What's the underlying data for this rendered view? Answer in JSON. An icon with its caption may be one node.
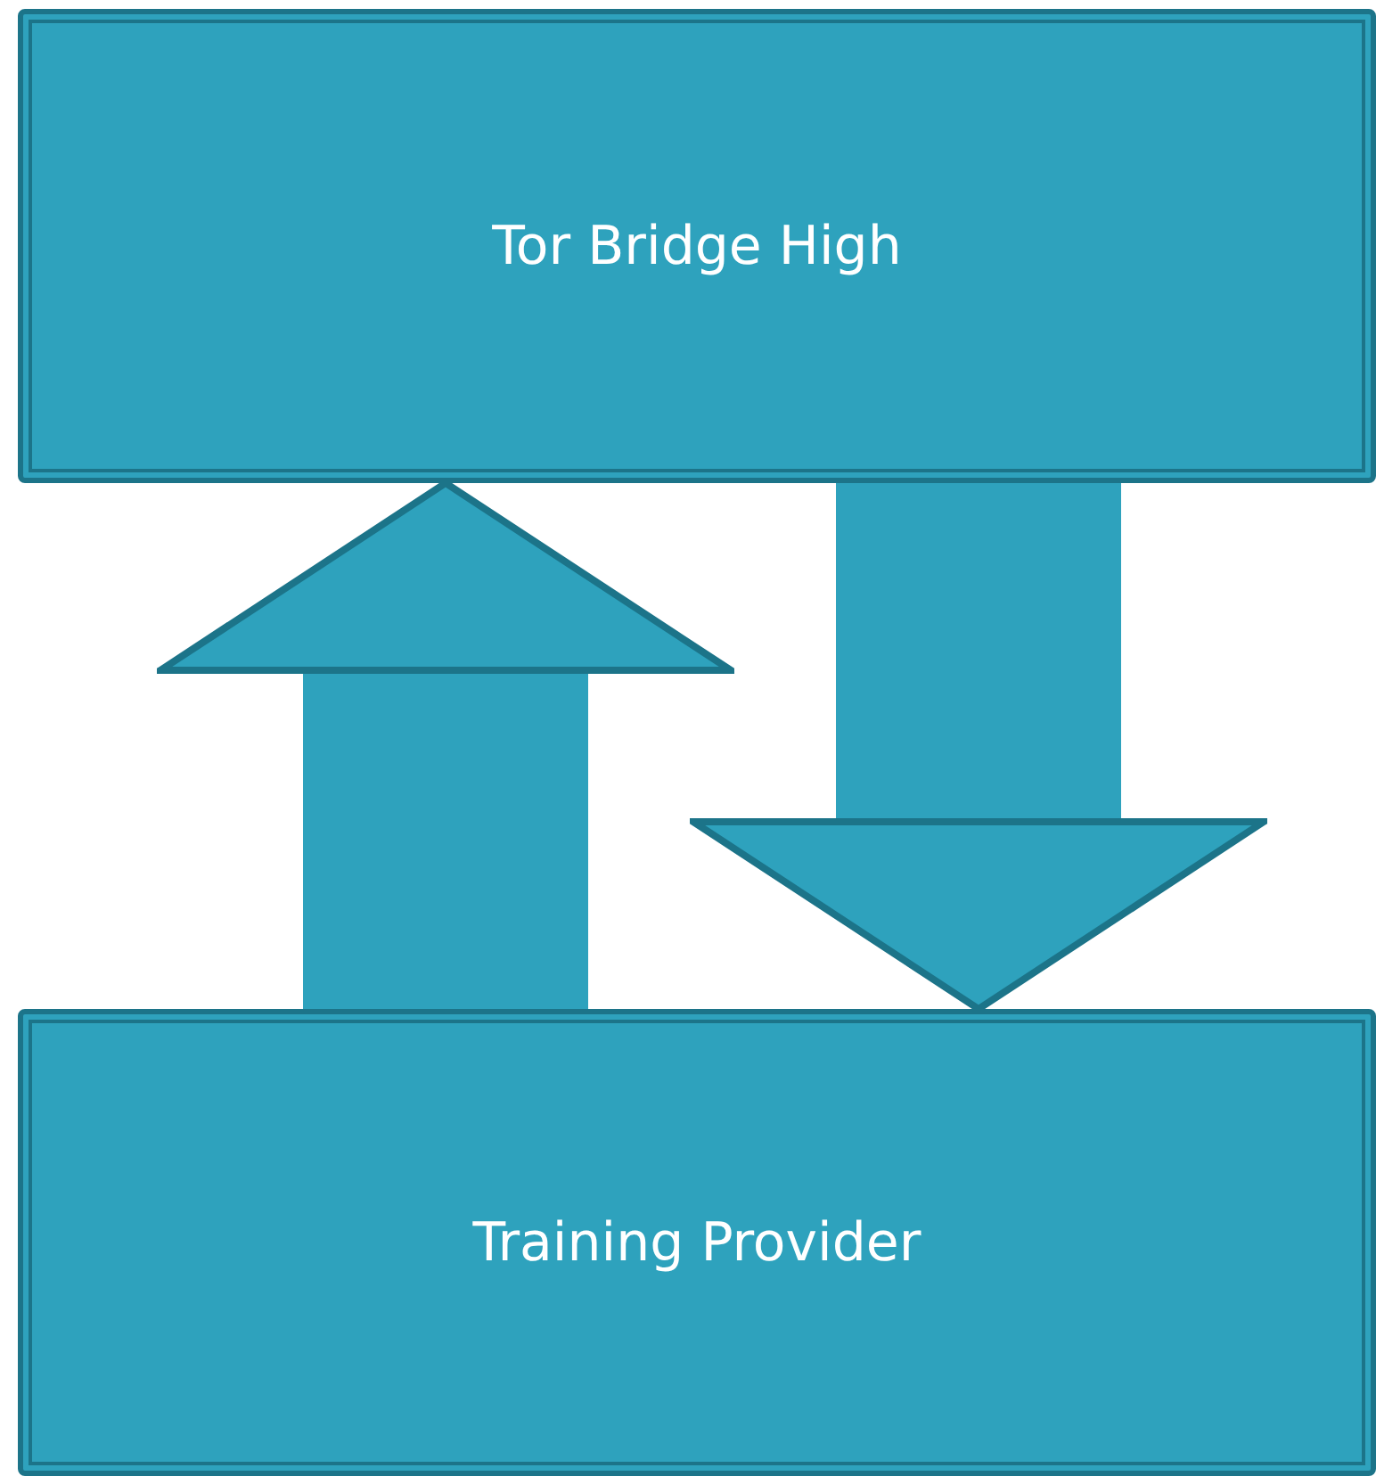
{
  "diagram": {
    "nodes": [
      {
        "text": [
          "Tor Bridge High"
        ]
      },
      {
        "text": [
          "Training Provider"
        ]
      }
    ],
    "edges": [
      {
        "from": 1,
        "to": 0,
        "arrow": "to"
      },
      {
        "from": 0,
        "to": 1,
        "arrow": "to"
      }
    ]
  }
}
